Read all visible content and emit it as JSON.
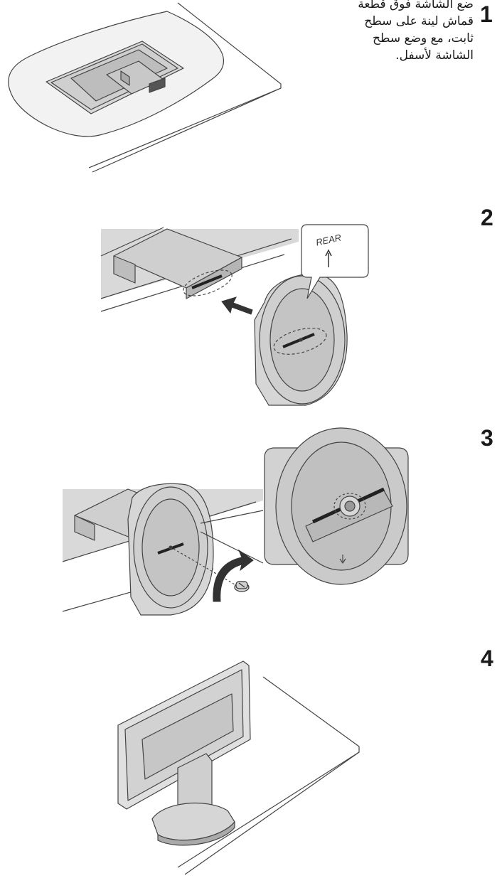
{
  "steps": [
    {
      "number": "1",
      "text_lines": [
        "ضع الشاشة فوق قطعة",
        "قماش لينة على سطح",
        "ثابت، مع وضع سطح",
        "الشاشة لأسفل."
      ],
      "illustration": "monitor-face-down-on-cloth"
    },
    {
      "number": "2",
      "callout_label": "REAR",
      "illustration": "attach-stand-base"
    },
    {
      "number": "3",
      "illustration": "tighten-base-screw"
    },
    {
      "number": "4",
      "illustration": "monitor-upright-on-desk"
    }
  ],
  "icons": {
    "arrow": "arrow-icon",
    "curved_arrow": "curved-arrow-icon",
    "screw": "screw-icon"
  }
}
